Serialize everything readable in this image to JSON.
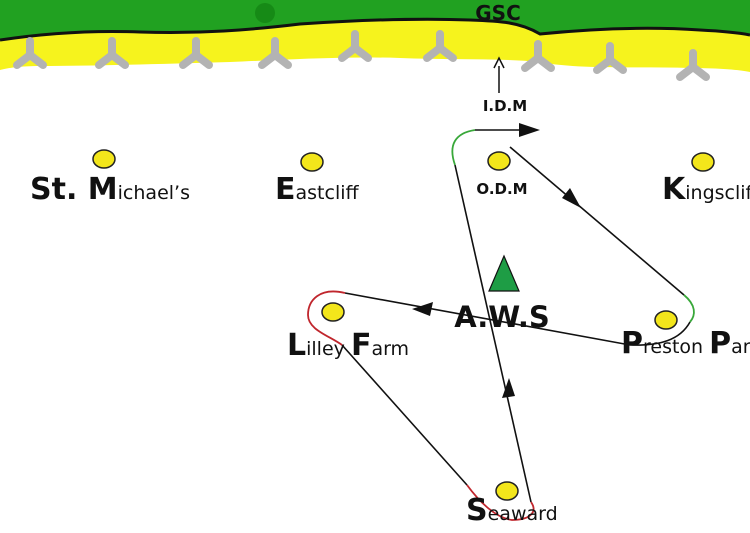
{
  "coast": {
    "label": "GSC",
    "colors": {
      "grass": "#21a121",
      "sand": "#f6f31d",
      "border": "#111111",
      "groyne": "#b3b3b3"
    }
  },
  "marks": {
    "idm": {
      "label": "I.D.M"
    },
    "st_michaels": {
      "initial": "St. M",
      "rest": "ichael’s"
    },
    "eastcliff": {
      "initial": "E",
      "rest": "astcliff"
    },
    "odm": {
      "label": "O.D.M"
    },
    "kingscliff": {
      "initial": "K",
      "rest": "ingscliff"
    },
    "aws": {
      "label": "A.W.S"
    },
    "lilley_farm": {
      "initial_1": "L",
      "rest_1": "illey ",
      "initial_2": "F",
      "rest_2": "arm"
    },
    "preston_park": {
      "initial_1": "P",
      "rest_1": "reston ",
      "initial_2": "P",
      "rest_2": "ark"
    },
    "seaward": {
      "initial": "S",
      "rest": "eaward"
    }
  },
  "colors": {
    "buoy": "#f3e61b",
    "buoy_outline": "#222222",
    "course_line": "#111111",
    "rounding_green": "#39a83a",
    "rounding_red": "#c0262d",
    "aws_triangle": "#1e9d45"
  }
}
